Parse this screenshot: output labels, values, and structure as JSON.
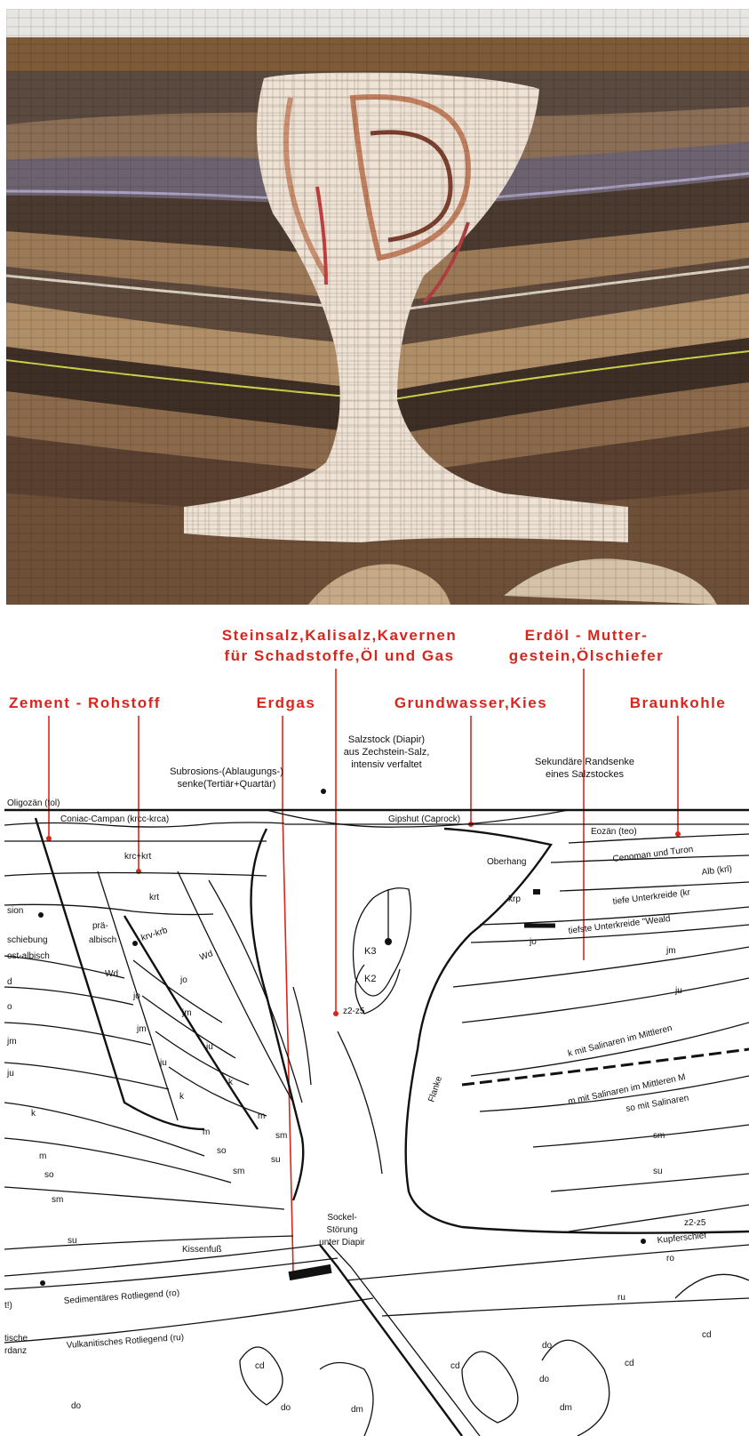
{
  "resources": {
    "steinsalz": "Steinsalz,Kalisalz,Kavernen",
    "steinsalz2": "für Schadstoffe,Öl und Gas",
    "erdoel": "Erdöl - Mutter-",
    "erdoel2": "gestein,Ölschiefer",
    "zement": "Zement - Rohstoff",
    "erdgas": "Erdgas",
    "grundwasser": "Grundwasser,Kies",
    "braunkohle": "Braunkohle"
  },
  "notes": {
    "subrosion1": "Subrosions-(Ablaugungs-)",
    "subrosion2": "senke(Tertiär+Quartär)",
    "salzstock1": "Salzstock (Diapir)",
    "salzstock2": "aus Zechstein-Salz,",
    "salzstock3": "intensiv verfaltet",
    "randsenke1": "Sekundäre Randsenke",
    "randsenke2": "eines Salzstockes",
    "sockel1": "Sockel-",
    "sockel2": "Störung",
    "sockel3": "unter Diapir",
    "kissen": "Kissenfuß",
    "flanke": "Flanke",
    "oberhang": "Oberhang",
    "gipshut": "Gipshut (Caprock)"
  },
  "layers_left": {
    "oligozaen": "Oligozän (tol)",
    "coniac": "Coniac-Campan (krcc-krca)",
    "krckrt": "krc+krt",
    "krt": "krt",
    "sion": "sion",
    "schiebung": "schiebung",
    "postalbisch": "ost-albisch",
    "prae": "prä-",
    "albisch": "albisch",
    "krvkrb": "krv-krb",
    "jo": "jo",
    "jm": "jm",
    "ju": "ju",
    "k": "k",
    "m": "m",
    "so": "so",
    "sm": "sm",
    "su": "su",
    "wd": "Wd",
    "d": "d",
    "o": "o",
    "rotl_sed": "Sedimentäres Rotliegend (ro)",
    "rotl_vulk": "Vulkanitisches Rotliegend (ru)",
    "t1": "t!)",
    "tische": "tische",
    "rdanz": "rdanz",
    "cd": "cd",
    "do": "do",
    "dm": "dm"
  },
  "layers_salt": {
    "k3": "K3",
    "k2": "K2",
    "z2z5": "z2-z5"
  },
  "layers_right": {
    "eozaen": "Eozän (teo)",
    "cenoman": "Cenoman und Turon",
    "alb": "Alb (krl)",
    "tiefeuk": "tiefe Unterkreide (kr",
    "wealden": "tiefste Unterkreide \"Weald",
    "krp": "krp",
    "jo": "jo",
    "jm": "jm",
    "ju": "ju",
    "kmit": "k mit Salinaren im Mittleren",
    "mmit": "m mit Salinaren im Mittleren M",
    "somit": "so mit Salinaren",
    "sm": "sm",
    "su": "su",
    "z2z5": "z2-z5",
    "kupfer": "Kupferschief",
    "ro": "ro",
    "ru": "ru",
    "cd": "cd",
    "do": "do",
    "dm": "dm"
  },
  "colors": {
    "accent_red": "#d8261c",
    "salt": "#efe3d6",
    "brown_dark": "#4a3222",
    "brown_mid": "#8a6848",
    "tan": "#c9a77f"
  }
}
